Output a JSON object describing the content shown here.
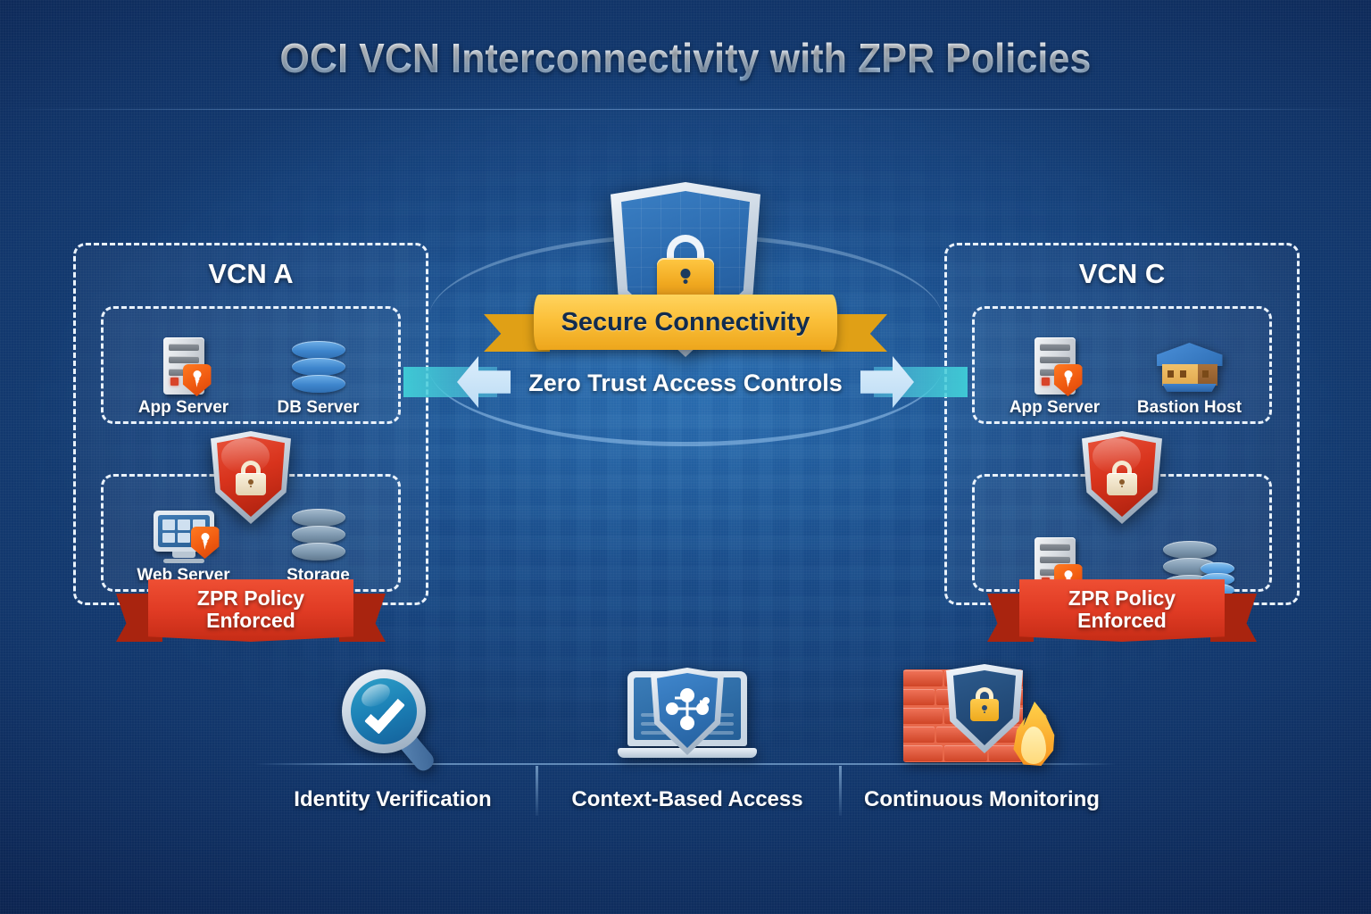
{
  "page": {
    "title": "OCI VCN Interconnectivity with ZPR Policies"
  },
  "colors": {
    "background_dark": "#0a1c38",
    "background_mid": "#1b5493",
    "panel_border": "#e9f2fc",
    "ribbon_red": "#e03b24",
    "ribbon_gold": "#fbc03a",
    "arrow_cyan": "#40ced8",
    "accent_orange": "#f05a10",
    "text_white": "#ffffff",
    "gold_lock": "#f0a81f"
  },
  "vcn_a": {
    "title": "VCN A",
    "subnets": [
      {
        "name": "subnet-top",
        "nodes": [
          {
            "label": "App Server",
            "icon": "server-icon",
            "badge": "orange-shield-badge"
          },
          {
            "label": "DB Server",
            "icon": "database-cylinder-icon",
            "badge": ""
          }
        ]
      },
      {
        "name": "subnet-bottom",
        "nodes": [
          {
            "label": "Web Server",
            "icon": "monitor-icon",
            "badge": "orange-shield-badge"
          },
          {
            "label": "Storage",
            "icon": "storage-cylinder-icon",
            "badge": ""
          }
        ]
      }
    ],
    "enforcement_shield": "red-shield-lock-icon",
    "ribbon": {
      "line1": "ZPR Policy",
      "line2": "Enforced"
    }
  },
  "vcn_c": {
    "title": "VCN C",
    "subnets": [
      {
        "name": "subnet-top",
        "nodes": [
          {
            "label": "App Server",
            "icon": "server-icon",
            "badge": "orange-shield-badge"
          },
          {
            "label": "Bastion Host",
            "icon": "bastion-house-icon",
            "badge": ""
          }
        ]
      },
      {
        "name": "subnet-bottom",
        "nodes": [
          {
            "label": "",
            "icon": "server-icon",
            "badge": "orange-shield-badge"
          },
          {
            "label": "",
            "icon": "storage-cylinder-icon",
            "badge": ""
          }
        ]
      }
    ],
    "enforcement_shield": "red-shield-lock-icon",
    "ribbon": {
      "line1": "ZPR Policy",
      "line2": "Enforced"
    }
  },
  "center": {
    "shield_icon": "shield-gold-padlock-icon",
    "ribbon_label": "Secure Connectivity",
    "connector_label": "Zero Trust Access Controls",
    "arrow_left": "arrow-left-icon",
    "arrow_right": "arrow-right-icon"
  },
  "features": [
    {
      "caption": "Identity Verification",
      "icon": "magnifier-check-icon"
    },
    {
      "caption": "Context-Based Access",
      "icon": "laptop-network-shield-icon"
    },
    {
      "caption": "Continuous Monitoring",
      "icon": "firewall-flame-shield-icon"
    }
  ]
}
